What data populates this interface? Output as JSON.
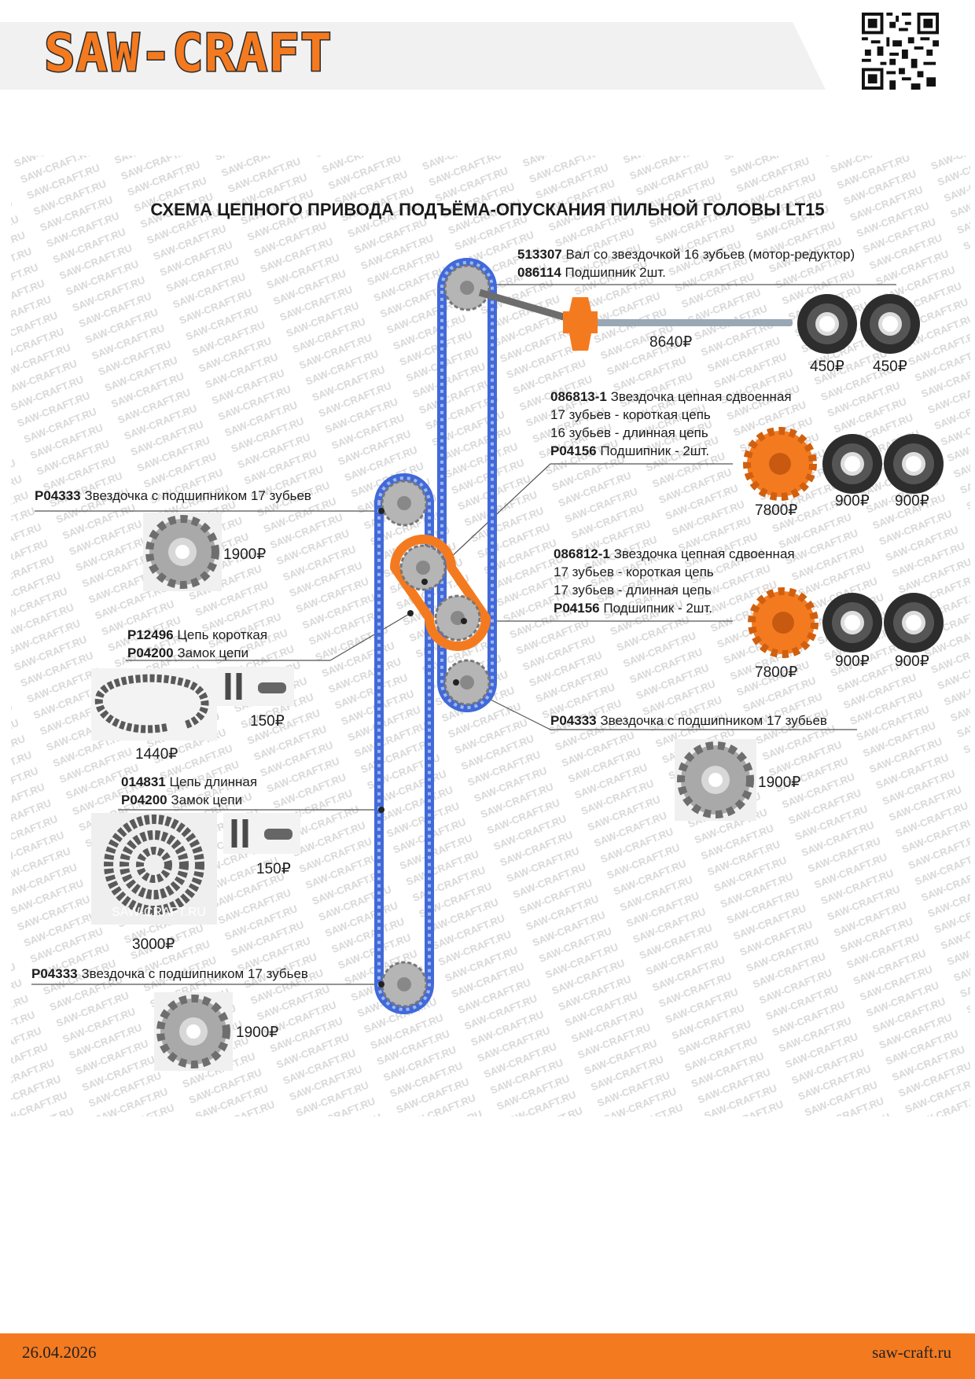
{
  "brand": {
    "logo_text": "SAW-CRAFT",
    "accent": "#f47a20",
    "chain_color": "#4169d8"
  },
  "watermark_text": "SAW-CRAFT.RU",
  "title": "СХЕМА ЦЕПНОГО ПРИВОДА ПОДЪЁМА-ОПУСКАНИЯ ПИЛЬНОЙ ГОЛОВЫ LT15",
  "parts": {
    "shaft": {
      "code1": "513307",
      "text1": " Вал со звездочкой 16 зубьев (мотор-редуктор)",
      "code2": "086114",
      "text2": " Подшипник 2шт.",
      "price_shaft": "8640₽",
      "price_bearing_1": "450₽",
      "price_bearing_2": "450₽"
    },
    "double_sprocket_1": {
      "code1": "086813-1",
      "text1": " Звездочка цепная сдвоенная",
      "line2": "17 зубьев - короткая цепь",
      "line3": "16 зубьев - длинная цепь",
      "code4": "P04156",
      "text4": " Подшипник - 2шт.",
      "price_sprocket": "7800₽",
      "price_bearing_1": "900₽",
      "price_bearing_2": "900₽"
    },
    "double_sprocket_2": {
      "code1": "086812-1",
      "text1": " Звездочка цепная сдвоенная",
      "line2": "17 зубьев - короткая цепь",
      "line3": "17 зубьев - длинная цепь",
      "code4": "P04156",
      "text4": " Подшипник - 2шт.",
      "price_sprocket": "7800₽",
      "price_bearing_1": "900₽",
      "price_bearing_2": "900₽"
    },
    "sprocket_top_left": {
      "code": "P04333",
      "text": " Звездочка с подшипником 17 зубьев",
      "price": "1900₽"
    },
    "sprocket_right": {
      "code": "P04333",
      "text": " Звездочка с подшипником 17 зубьев",
      "price": "1900₽"
    },
    "sprocket_bottom": {
      "code": "P04333",
      "text": " Звездочка с подшипником 17 зубьев",
      "price": "1900₽"
    },
    "short_chain": {
      "code1": "P12496",
      "text1": " Цепь короткая",
      "code2": "P04200",
      "text2": " Замок цепи",
      "price_chain": "1440₽",
      "price_lock": "150₽"
    },
    "long_chain": {
      "code1": "014831",
      "text1": " Цепь длинная",
      "code2": "P04200",
      "text2": " Замок цепи",
      "price_chain": "3000₽",
      "price_lock": "150₽",
      "photo_caption": "SAW-CRAFT.RU"
    }
  },
  "footer": {
    "date": "26.04.2026",
    "site": "saw-craft.ru"
  }
}
